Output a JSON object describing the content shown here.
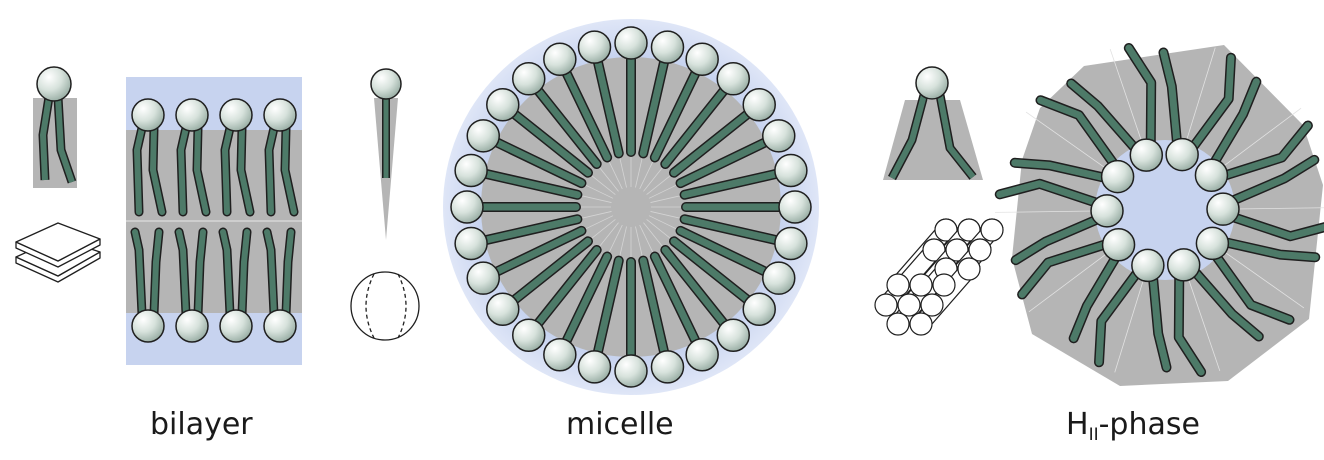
{
  "labels": {
    "bilayer": "bilayer",
    "micelle": "micelle",
    "hii_main": "H",
    "hii_sub": "II",
    "hii_suffix": "-phase"
  },
  "colors": {
    "water": "#c7d3ef",
    "hydrophobic": "#b5b5b5",
    "tail": "#4d7a68",
    "head": "#d7e2dc",
    "outline": "#1f1f1f"
  }
}
